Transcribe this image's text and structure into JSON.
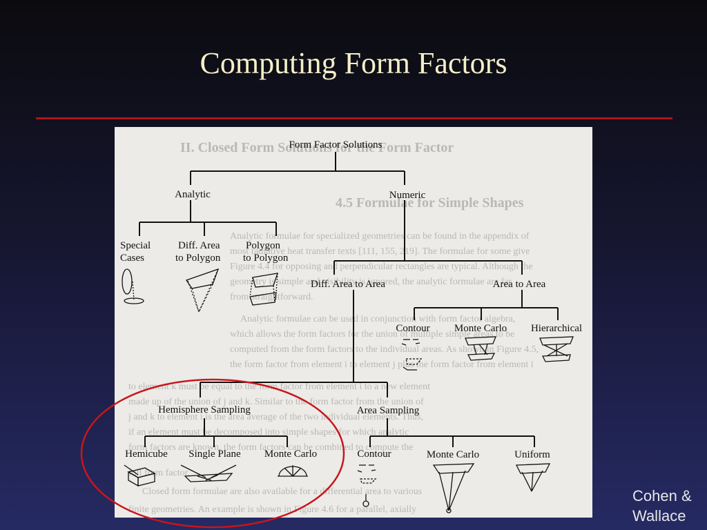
{
  "slide": {
    "title": "Computing Form Factors",
    "credit_line1": "Cohen &",
    "credit_line2": "Wallace"
  },
  "tree": {
    "root": "Form Factor Solutions",
    "analytic": "Analytic",
    "numeric": "Numeric",
    "special_cases_1": "Special",
    "special_cases_2": "Cases",
    "diff_area_poly_1": "Diff. Area",
    "diff_area_poly_2": "to Polygon",
    "poly_poly_1": "Polygon",
    "poly_poly_2": "to Polygon",
    "diff_area_to_area": "Diff. Area to Area",
    "area_to_area": "Area to Area",
    "contour_top": "Contour",
    "monte_carlo_top": "Monte Carlo",
    "hierarchical": "Hierarchical",
    "hemisphere_sampling": "Hemisphere Sampling",
    "area_sampling": "Area Sampling",
    "hemicube": "Hemicube",
    "single_plane": "Single Plane",
    "monte_carlo_hemi": "Monte Carlo",
    "contour_bottom": "Contour",
    "monte_carlo_area": "Monte Carlo",
    "uniform": "Uniform"
  },
  "background_text": {
    "heading1": "II. Closed Form Solutions for the Form Factor",
    "heading2": "4.5   Formulae for Simple Shapes",
    "p1": "Analytic formulae for specialized geometries can be found in the appendix of",
    "p2": "most radiative heat transfer texts [111, 155, 219]. The formulae for some give",
    "p3": "Figure 4.4 for opposing and perpendicular rectangles are typical. Although the",
    "p4": "geometry is simple and visibility is ignored, the analytic formulae are far",
    "p5": "from straightforward.",
    "p6": "Analytic formulae can be used in conjunction with form factor algebra,",
    "p7": "which allows the form factors for the union of multiple simple areas to be",
    "p8": "computed from the form factors to the individual areas. As shown in Figure 4.5,",
    "p9": "the form factor from element i to element j plus the form factor from element i",
    "p10": "to element k must be equal to the form factor from element i to a new element",
    "p11": "made up of the union of j and k. Similar to the form factor from the union of",
    "p12": "j and k to element i is the area average of the two individual elements. Thus,",
    "p13": "if an element must be decomposed into simple shapes for which analytic",
    "p14": "form factors are known, the form factors can be combined to compute the",
    "p15": "full form factor.",
    "p16": "Closed form formulae are also available for a differential area to various",
    "p17": "finite geometries. An example is shown in Figure 4.6 for a parallel, axially"
  },
  "colors": {
    "title": "#f4efc6",
    "rule": "#b0141a",
    "oval": "#c8161c",
    "figure_bg": "#ecebe8"
  }
}
